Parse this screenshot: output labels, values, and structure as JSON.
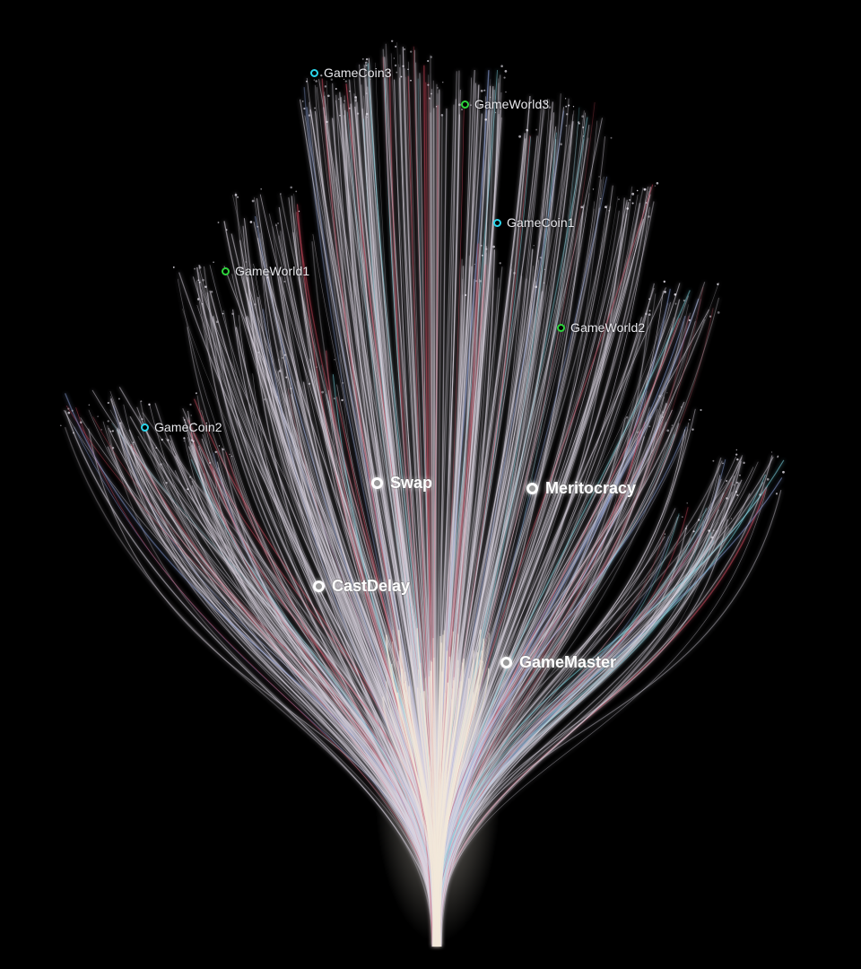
{
  "background_color": "#000000",
  "stroke_colors": {
    "trunk": "#f2e8da",
    "main": "#d9d3df",
    "tint_red": "#c9445a",
    "tint_cyan": "#7fd8e6",
    "tint_blue": "#8aa0d8"
  },
  "tokens": [
    {
      "id": "gamecoin3",
      "label": "GameCoin3",
      "kind": "coin",
      "color": "#2bd4ea"
    },
    {
      "id": "gameworld3",
      "label": "GameWorld3",
      "kind": "world",
      "color": "#2ed43c"
    },
    {
      "id": "gamecoin1",
      "label": "GameCoin1",
      "kind": "coin",
      "color": "#2bd4ea"
    },
    {
      "id": "gameworld1",
      "label": "GameWorld1",
      "kind": "world",
      "color": "#2ed43c"
    },
    {
      "id": "gameworld2",
      "label": "GameWorld2",
      "kind": "world",
      "color": "#2ed43c"
    },
    {
      "id": "gamecoin2",
      "label": "GameCoin2",
      "kind": "coin",
      "color": "#2bd4ea"
    }
  ],
  "modules": [
    {
      "id": "swap",
      "label": "Swap"
    },
    {
      "id": "meritocracy",
      "label": "Meritocracy"
    },
    {
      "id": "castdelay",
      "label": "CastDelay"
    },
    {
      "id": "gamemaster",
      "label": "GameMaster"
    }
  ]
}
